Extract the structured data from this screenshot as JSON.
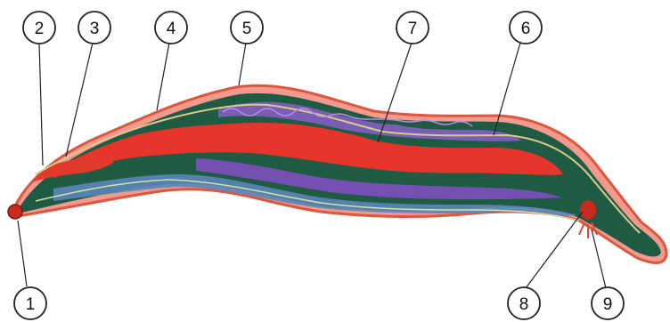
{
  "diagram": {
    "callouts": [
      {
        "id": "c1",
        "label": "1"
      },
      {
        "id": "c2",
        "label": "2"
      },
      {
        "id": "c3",
        "label": "3"
      },
      {
        "id": "c4",
        "label": "4"
      },
      {
        "id": "c5",
        "label": "5"
      },
      {
        "id": "c6",
        "label": "6"
      },
      {
        "id": "c7",
        "label": "7"
      },
      {
        "id": "c8",
        "label": "8"
      },
      {
        "id": "c9",
        "label": "9"
      }
    ],
    "colors": {
      "cuticle": "#e0433f",
      "muscle_layer": "#1f5a43",
      "intestine": "#e8352b",
      "nerve_line": "#d9c98a",
      "gonad": "#8a5fc8",
      "ventral_band": "#5a86b8",
      "anus_spot": "#c92a1e"
    }
  }
}
